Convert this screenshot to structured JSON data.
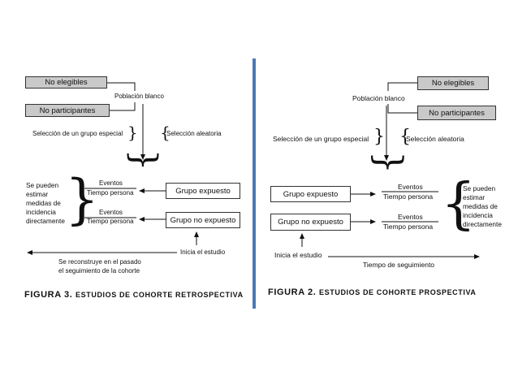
{
  "figure3": {
    "box_no_elegibles": "No elegibles",
    "box_no_participantes": "No participantes",
    "poblacion_blanco": "Población blanco",
    "seleccion_especial": "Selección de un grupo especial",
    "seleccion_aleatoria": "Selección aleatoria",
    "se_pueden": "Se pueden estimar medidas de incidencia directamente",
    "eventos_1": "Eventos",
    "tiempo_persona_1": "Tiempo persona",
    "eventos_2": "Eventos",
    "tiempo_persona_2": "Tiempo persona",
    "grupo_expuesto": "Grupo expuesto",
    "grupo_no_expuesto": "Grupo no expuesto",
    "inicia_estudio": "Inicia el estudio",
    "reconstruye": "Se reconstruye en el pasado",
    "seguimiento_cohorte": "el seguimiento de la cohorte",
    "caption_label": "FIGURA 3.",
    "caption_text": "ESTUDIOS DE COHORTE RETROSPECTIVA"
  },
  "figure2": {
    "box_no_elegibles": "No elegibles",
    "box_no_participantes": "No participantes",
    "poblacion_blanco": "Población blanco",
    "seleccion_especial": "Selección de un grupo especial",
    "seleccion_aleatoria": "Selección aleatoria",
    "grupo_expuesto": "Grupo expuesto",
    "grupo_no_expuesto": "Grupo no expuesto",
    "eventos_1": "Eventos",
    "tiempo_persona_1": "Tiempo persona",
    "eventos_2": "Eventos",
    "tiempo_persona_2": "Tiempo persona",
    "se_pueden": "Se pueden estimar medidas de incidencia directamente",
    "inicia_estudio": "Inicia el estudio",
    "tiempo_seguimiento": "Tiempo de seguimiento",
    "caption_label": "FIGURA 2.",
    "caption_text": "ESTUDIOS DE COHORTE PROSPECTIVA"
  },
  "colors": {
    "divider": "#4a7ab5",
    "gray_box": "#c9c9c9"
  }
}
